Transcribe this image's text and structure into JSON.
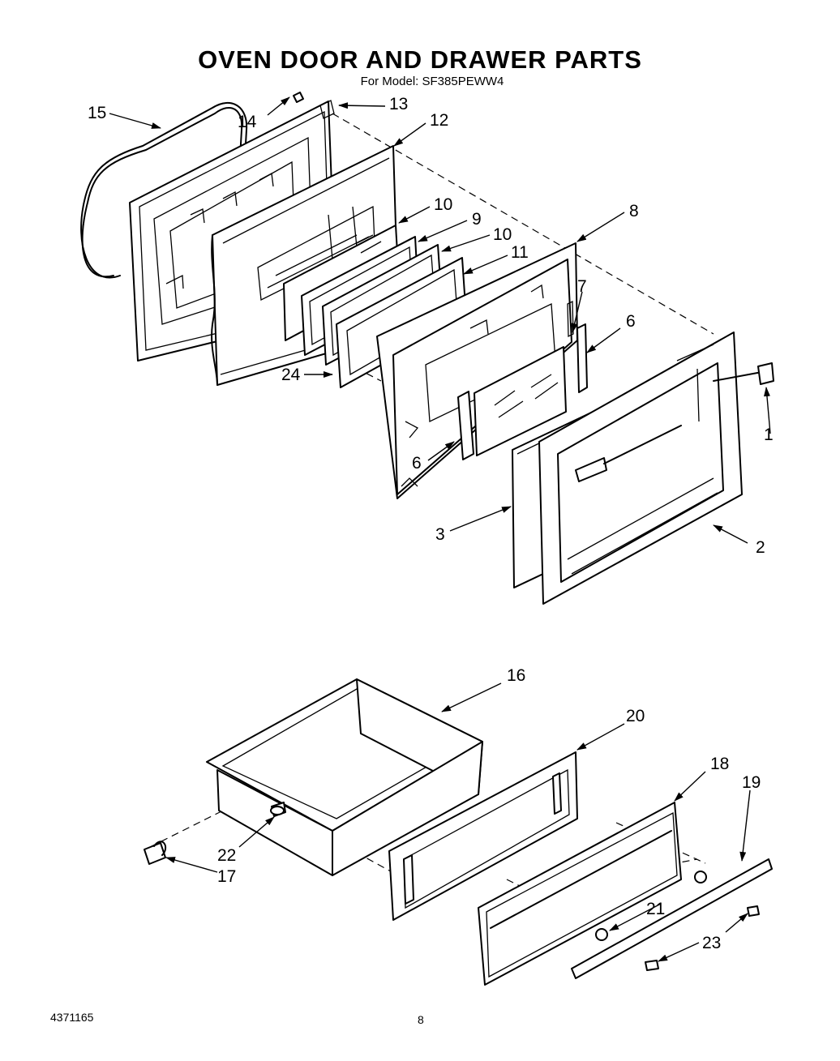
{
  "title": "OVEN DOOR AND DRAWER PARTS",
  "subtitle": "For Model: SF385PEWW4",
  "footer": {
    "doc_number": "4371165",
    "page_number": "8"
  },
  "callouts": {
    "c1": "1",
    "c2": "2",
    "c3": "3",
    "c6a": "6",
    "c6b": "6",
    "c7": "7",
    "c8": "8",
    "c9": "9",
    "c10a": "10",
    "c10b": "10",
    "c11": "11",
    "c12": "12",
    "c13": "13",
    "c14": "14",
    "c15": "15",
    "c16": "16",
    "c17": "17",
    "c18": "18",
    "c19": "19",
    "c20": "20",
    "c21": "21",
    "c22": "22",
    "c23": "23",
    "c24": "24"
  }
}
